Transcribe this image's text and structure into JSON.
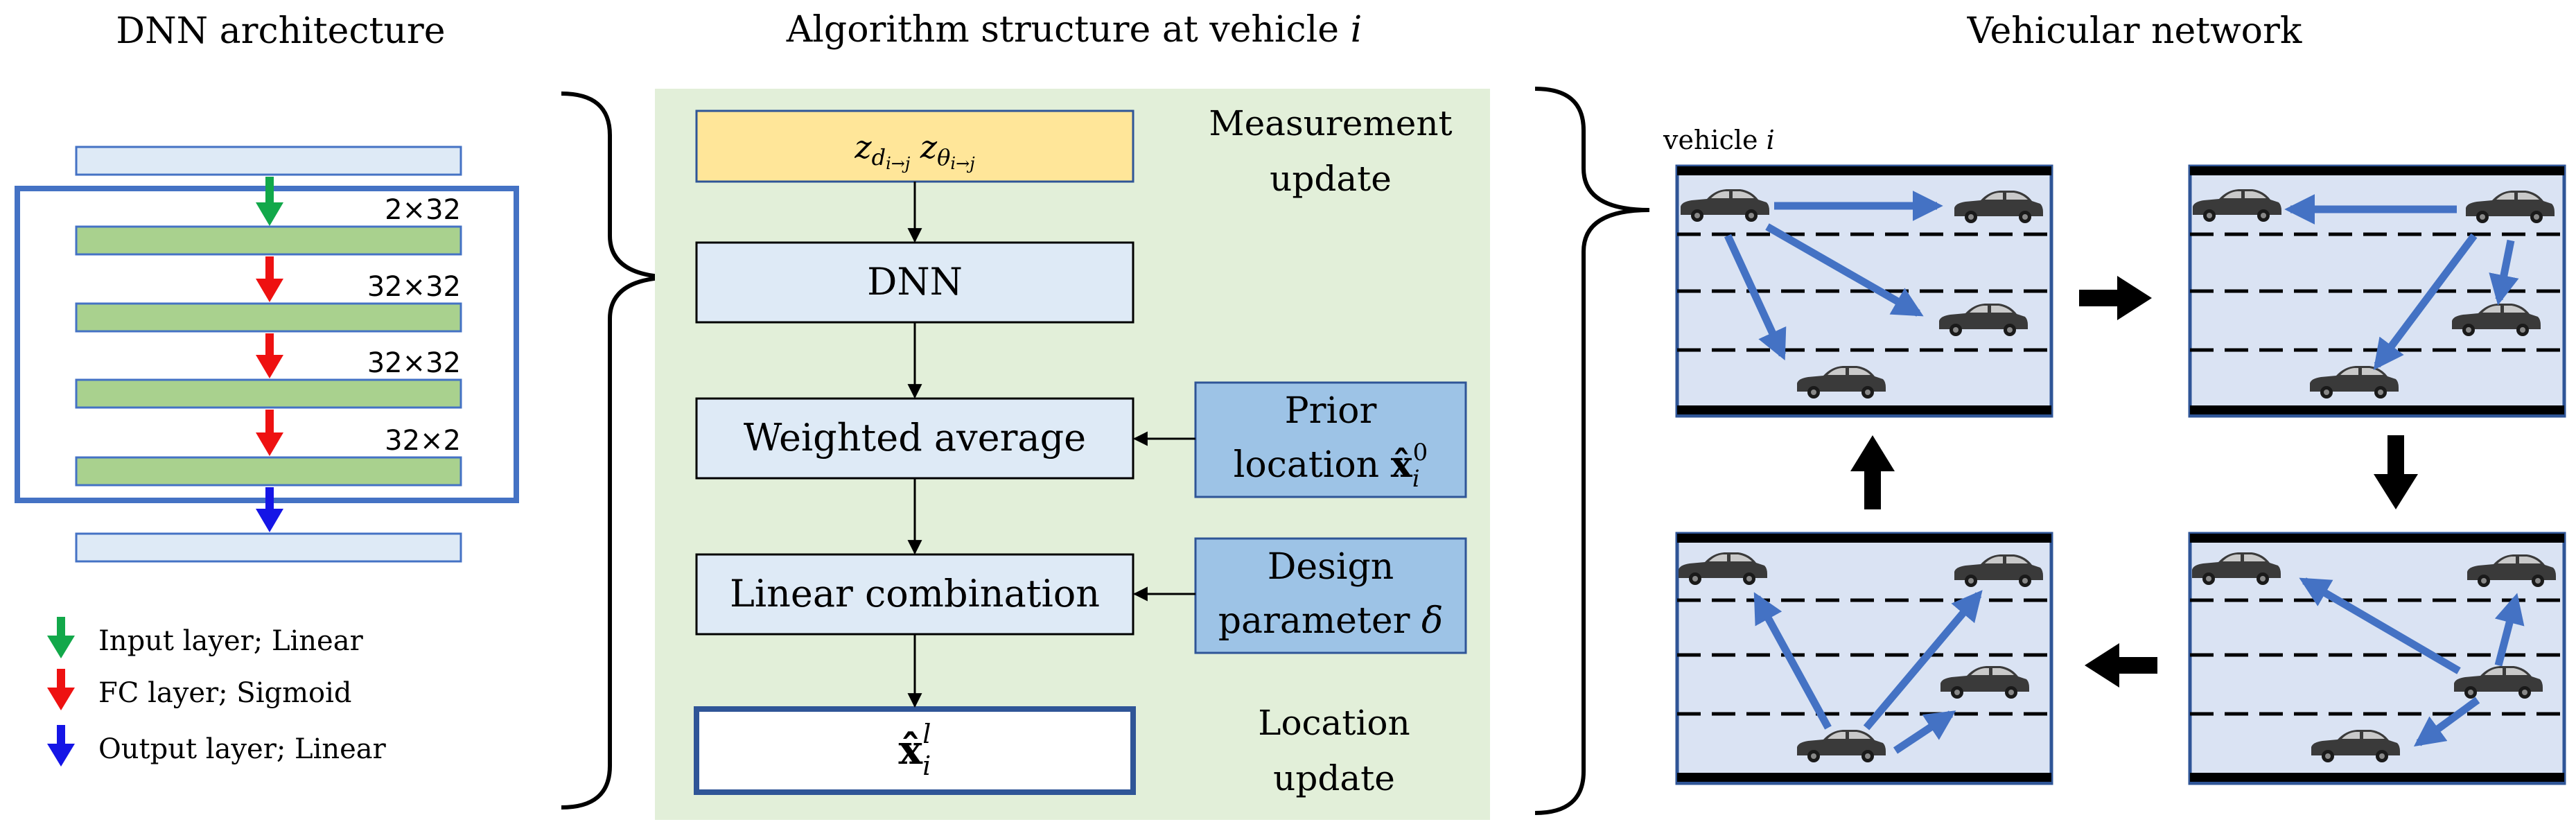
{
  "dnn_panel": {
    "title": "DNN architecture",
    "layer_dims": [
      "2×32",
      "32×32",
      "32×32",
      "32×2"
    ],
    "legend": [
      {
        "label": "Input layer; Linear",
        "color": "#12a84a"
      },
      {
        "label": "FC layer; Sigmoid",
        "color": "#ee1111"
      },
      {
        "label": "Output layer; Linear",
        "color": "#1515e6"
      }
    ]
  },
  "algorithm_panel": {
    "title_prefix": "Algorithm structure at vehicle ",
    "title_var": "i",
    "measurement_input_label": "z_{d_{i→j}}  z_{θ_{i→j}}",
    "dnn_box": "DNN",
    "weighted_average_box": "Weighted average",
    "linear_combination_box": "Linear combination",
    "output_box_label": "x̂_i^l",
    "prior_box": {
      "line1": "Prior",
      "line2": "location",
      "symbol": "x̂",
      "sub": "i",
      "sup": "0"
    },
    "design_box": {
      "line1": "Design",
      "line2": "parameter",
      "symbol": "δ"
    },
    "measurement_update": [
      "Measurement",
      "update"
    ],
    "location_update": [
      "Location",
      "update"
    ]
  },
  "network_panel": {
    "title": "Vehicular network",
    "vehicle_label_prefix": "vehicle ",
    "vehicle_label_var": "i"
  },
  "colors": {
    "algorithm_bg": "#e2efd9",
    "light_blue_box": "#deeaf6",
    "medium_blue_box": "#9dc3e6",
    "measurement_box": "#ffe699",
    "dnn_layer_green": "#a9d18e",
    "frame_blue": "#4472c4",
    "road_bg": "#dae3f3",
    "arrow_blue": "#4472c4",
    "dark_navy_border": "#2f5597"
  }
}
